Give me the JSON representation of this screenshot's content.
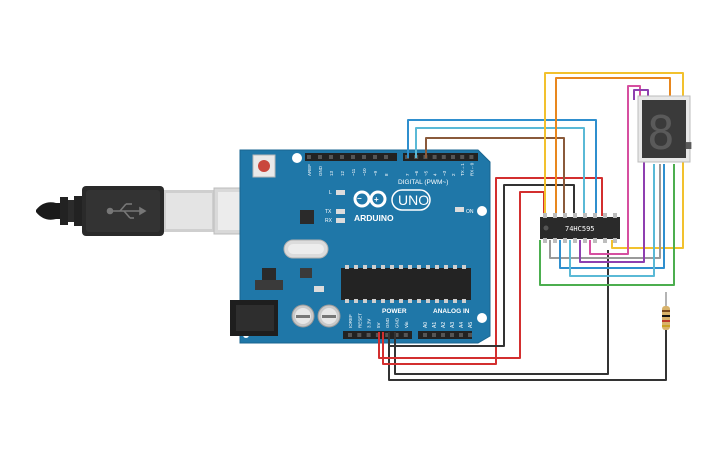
{
  "board": {
    "logo_text": "ARDUINO",
    "model": "UNO",
    "digital_header": "DIGITAL (PWM~)",
    "power_label": "POWER",
    "analog_label": "ANALOG IN",
    "on_label": "ON",
    "led_l": "L",
    "led_tx": "TX",
    "led_rx": "RX",
    "digital_pins": [
      "AREF",
      "GND",
      "13",
      "12",
      "~11",
      "~10",
      "~9",
      "8",
      "7",
      "~6",
      "~5",
      "4",
      "~3",
      "2",
      "TX→1",
      "RX←0"
    ],
    "power_pins": [
      "IOREF",
      "RESET",
      "3.3V",
      "5V",
      "GND",
      "GND",
      "Vin"
    ],
    "analog_pins": [
      "A0",
      "A1",
      "A2",
      "A3",
      "A4",
      "A5"
    ]
  },
  "chip": {
    "label": "74HC595"
  },
  "display": {
    "digit": "8."
  },
  "colors": {
    "board": "#1f77a8",
    "wire_yellow": "#f2c12e",
    "wire_orange": "#e8871e",
    "wire_pink": "#d64fa0",
    "wire_purple": "#8e3fb0",
    "wire_cyan": "#5ab9d6",
    "wire_blue": "#2f8fce",
    "wire_brown": "#8a5a3b",
    "wire_red": "#d32f2f",
    "wire_black": "#333333",
    "wire_green": "#4cae4f",
    "wire_gray": "#9a9a9a"
  },
  "icons": [
    "usb-plug-icon",
    "usb-symbol-icon",
    "infinity-logo-icon",
    "reset-button-icon"
  ]
}
